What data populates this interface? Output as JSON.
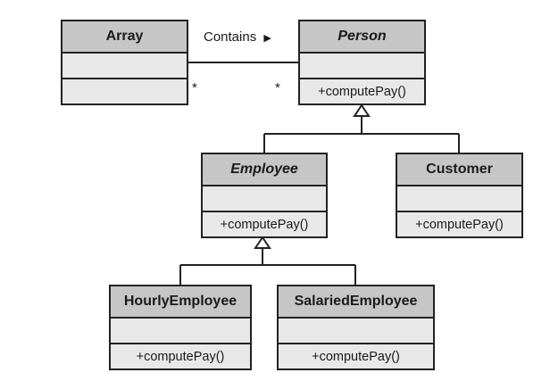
{
  "classes": {
    "array": {
      "name": "Array",
      "attributes": "",
      "operations": ""
    },
    "person": {
      "name": "Person",
      "attributes": "",
      "operations": "+computePay()"
    },
    "employee": {
      "name": "Employee",
      "attributes": "",
      "operations": "+computePay()"
    },
    "customer": {
      "name": "Customer",
      "attributes": "",
      "operations": "+computePay()"
    },
    "hourly_employee": {
      "name": "HourlyEmployee",
      "attributes": "",
      "operations": "+computePay()"
    },
    "salaried_employee": {
      "name": "SalariedEmployee",
      "attributes": "",
      "operations": "+computePay()"
    }
  },
  "association": {
    "label": "Contains",
    "arrow": "▶",
    "multiplicity_left": "*",
    "multiplicity_right": "*"
  }
}
